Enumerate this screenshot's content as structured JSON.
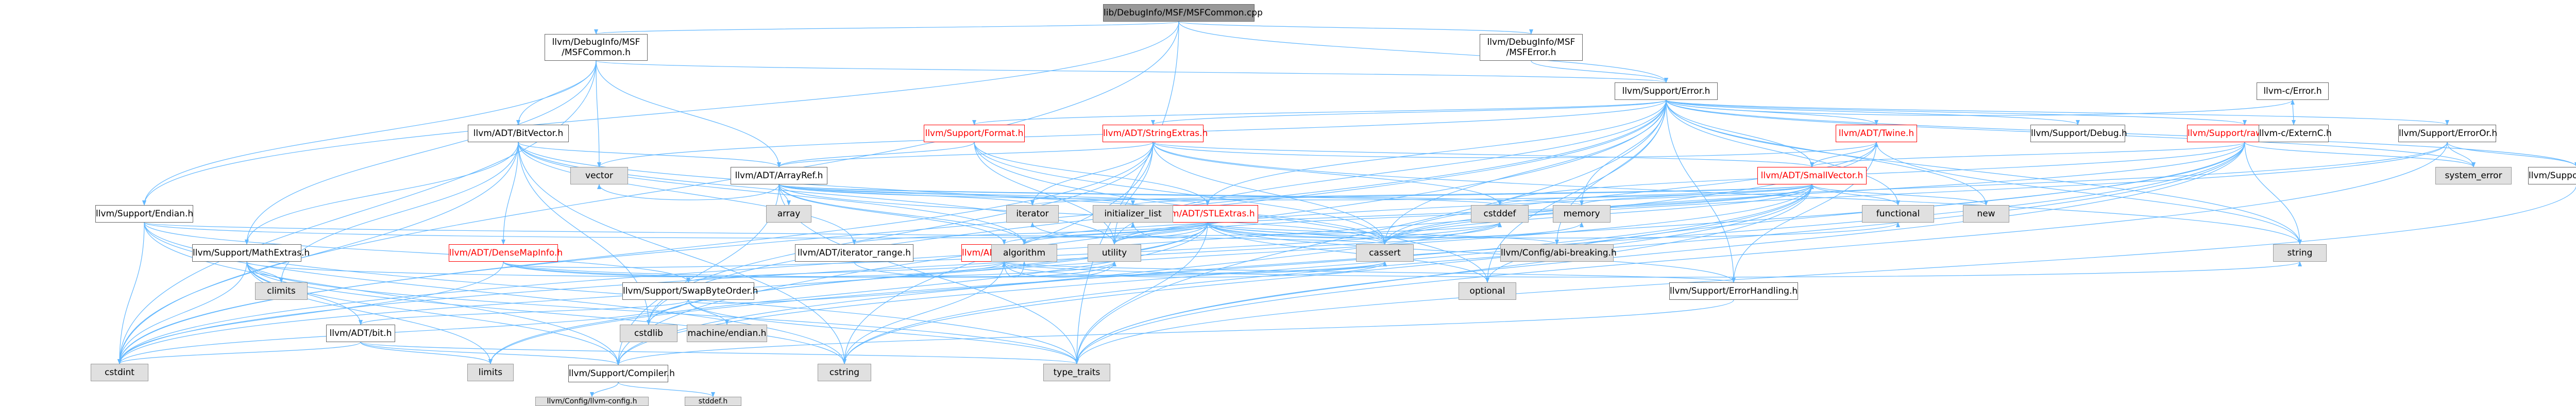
{
  "colors": {
    "edge": "#63b8ff",
    "root_fill": "#999999",
    "ext_fill": "#e0e0e0",
    "red_text": "#ff0000"
  },
  "nodes": [
    {
      "id": "root",
      "label": "lib/DebugInfo/MSF/MSFCommon.cpp",
      "kind": "root"
    },
    {
      "id": "msfcommon",
      "label": "llvm/DebugInfo/MSF\n/MSFCommon.h",
      "kind": "normal"
    },
    {
      "id": "msferror",
      "label": "llvm/DebugInfo/MSF\n/MSFError.h",
      "kind": "normal"
    },
    {
      "id": "error",
      "label": "llvm/Support/Error.h",
      "kind": "normal"
    },
    {
      "id": "bitvector",
      "label": "llvm/ADT/BitVector.h",
      "kind": "normal"
    },
    {
      "id": "arrayref",
      "label": "llvm/ADT/ArrayRef.h",
      "kind": "normal"
    },
    {
      "id": "format",
      "label": "llvm/Support/Format.h",
      "kind": "red"
    },
    {
      "id": "stringextras",
      "label": "llvm/ADT/StringExtras.h",
      "kind": "red"
    },
    {
      "id": "twine",
      "label": "llvm/ADT/Twine.h",
      "kind": "red"
    },
    {
      "id": "rawostream",
      "label": "llvm/Support/raw_ostream.h",
      "kind": "red"
    },
    {
      "id": "debug",
      "label": "llvm/Support/Debug.h",
      "kind": "normal"
    },
    {
      "id": "cerror",
      "label": "llvm-c/Error.h",
      "kind": "normal"
    },
    {
      "id": "externc",
      "label": "llvm-c/ExternC.h",
      "kind": "normal"
    },
    {
      "id": "erroror",
      "label": "llvm/Support/ErrorOr.h",
      "kind": "normal"
    },
    {
      "id": "alignof",
      "label": "llvm/Support/AlignOf.h",
      "kind": "normal"
    },
    {
      "id": "smallvector",
      "label": "llvm/ADT/SmallVector.h",
      "kind": "red"
    },
    {
      "id": "stlextras",
      "label": "llvm/ADT/STLExtras.h",
      "kind": "red"
    },
    {
      "id": "hashing",
      "label": "llvm/ADT/Hashing.h",
      "kind": "red"
    },
    {
      "id": "densemapinfo",
      "label": "llvm/ADT/DenseMapInfo.h",
      "kind": "red"
    },
    {
      "id": "iteratorrange",
      "label": "llvm/ADT/iterator_range.h",
      "kind": "normal"
    },
    {
      "id": "swapbyteorder",
      "label": "llvm/Support/SwapByteOrder.h",
      "kind": "normal"
    },
    {
      "id": "bit",
      "label": "llvm/ADT/bit.h",
      "kind": "normal"
    },
    {
      "id": "mathextras",
      "label": "llvm/Support/MathExtras.h",
      "kind": "normal"
    },
    {
      "id": "endian",
      "label": "llvm/Support/Endian.h",
      "kind": "normal"
    },
    {
      "id": "errorhandling",
      "label": "llvm/Support/ErrorHandling.h",
      "kind": "normal"
    },
    {
      "id": "compiler",
      "label": "llvm/Support/Compiler.h",
      "kind": "normal"
    },
    {
      "id": "config",
      "label": "llvm/Config/llvm-config.h",
      "kind": "ext"
    },
    {
      "id": "stddef",
      "label": "stddef.h",
      "kind": "ext"
    },
    {
      "id": "abibreaking",
      "label": "llvm/Config/abi-breaking.h",
      "kind": "ext"
    },
    {
      "id": "vector",
      "label": "vector",
      "kind": "ext"
    },
    {
      "id": "array",
      "label": "array",
      "kind": "ext"
    },
    {
      "id": "iterator",
      "label": "iterator",
      "kind": "ext"
    },
    {
      "id": "initlist",
      "label": "initializer_list",
      "kind": "ext"
    },
    {
      "id": "cstddef",
      "label": "cstddef",
      "kind": "ext"
    },
    {
      "id": "memory",
      "label": "memory",
      "kind": "ext"
    },
    {
      "id": "functional",
      "label": "functional",
      "kind": "ext"
    },
    {
      "id": "new",
      "label": "new",
      "kind": "ext"
    },
    {
      "id": "systemerror",
      "label": "system_error",
      "kind": "ext"
    },
    {
      "id": "string",
      "label": "string",
      "kind": "ext"
    },
    {
      "id": "utility",
      "label": "utility",
      "kind": "ext"
    },
    {
      "id": "algorithm",
      "label": "algorithm",
      "kind": "ext"
    },
    {
      "id": "cassert",
      "label": "cassert",
      "kind": "ext"
    },
    {
      "id": "optional",
      "label": "optional",
      "kind": "ext"
    },
    {
      "id": "cstdlib",
      "label": "cstdlib",
      "kind": "ext"
    },
    {
      "id": "cstdint",
      "label": "cstdint",
      "kind": "ext"
    },
    {
      "id": "climits",
      "label": "climits",
      "kind": "ext"
    },
    {
      "id": "machineendian",
      "label": "machine/endian.h",
      "kind": "ext"
    },
    {
      "id": "limits",
      "label": "limits",
      "kind": "ext"
    },
    {
      "id": "cstring",
      "label": "cstring",
      "kind": "ext"
    },
    {
      "id": "typetraits",
      "label": "type_traits",
      "kind": "ext"
    }
  ],
  "edges": [
    [
      "root",
      "msfcommon"
    ],
    [
      "root",
      "msferror"
    ],
    [
      "root",
      "error"
    ],
    [
      "root",
      "endian"
    ],
    [
      "root",
      "cstdint"
    ],
    [
      "root",
      "typetraits"
    ],
    [
      "msfcommon",
      "bitvector"
    ],
    [
      "msfcommon",
      "arrayref"
    ],
    [
      "msfcommon",
      "error"
    ],
    [
      "msfcommon",
      "endian"
    ],
    [
      "msfcommon",
      "mathextras"
    ],
    [
      "msfcommon",
      "cstdint"
    ],
    [
      "msfcommon",
      "vector"
    ],
    [
      "msferror",
      "error"
    ],
    [
      "error",
      "format"
    ],
    [
      "error",
      "stringextras"
    ],
    [
      "error",
      "twine"
    ],
    [
      "error",
      "rawostream"
    ],
    [
      "error",
      "debug"
    ],
    [
      "error",
      "cerror"
    ],
    [
      "error",
      "erroror"
    ],
    [
      "error",
      "alignof"
    ],
    [
      "error",
      "smallvector"
    ],
    [
      "error",
      "stlextras"
    ],
    [
      "error",
      "compiler"
    ],
    [
      "error",
      "errorhandling"
    ],
    [
      "error",
      "abibreaking"
    ],
    [
      "error",
      "cassert"
    ],
    [
      "error",
      "cstdint"
    ],
    [
      "error",
      "cstdlib"
    ],
    [
      "error",
      "functional"
    ],
    [
      "error",
      "memory"
    ],
    [
      "error",
      "new"
    ],
    [
      "error",
      "optional"
    ],
    [
      "error",
      "string"
    ],
    [
      "error",
      "systemerror"
    ],
    [
      "error",
      "typetraits"
    ],
    [
      "error",
      "utility"
    ],
    [
      "error",
      "vector"
    ],
    [
      "bitvector",
      "arrayref"
    ],
    [
      "bitvector",
      "densemapinfo"
    ],
    [
      "bitvector",
      "iteratorrange"
    ],
    [
      "bitvector",
      "mathextras"
    ],
    [
      "bitvector",
      "algorithm"
    ],
    [
      "bitvector",
      "cassert"
    ],
    [
      "bitvector",
      "climits"
    ],
    [
      "bitvector",
      "cstdint"
    ],
    [
      "bitvector",
      "cstdlib"
    ],
    [
      "bitvector",
      "cstring"
    ],
    [
      "bitvector",
      "utility"
    ],
    [
      "arrayref",
      "hashing"
    ],
    [
      "arrayref",
      "smallvector"
    ],
    [
      "arrayref",
      "stlextras"
    ],
    [
      "arrayref",
      "compiler"
    ],
    [
      "arrayref",
      "algorithm"
    ],
    [
      "arrayref",
      "array"
    ],
    [
      "arrayref",
      "cassert"
    ],
    [
      "arrayref",
      "cstddef"
    ],
    [
      "arrayref",
      "initlist"
    ],
    [
      "arrayref",
      "iterator"
    ],
    [
      "arrayref",
      "memory"
    ],
    [
      "arrayref",
      "typetraits"
    ],
    [
      "arrayref",
      "vector"
    ],
    [
      "format",
      "arrayref"
    ],
    [
      "format",
      "stlextras"
    ],
    [
      "format",
      "cassert"
    ],
    [
      "format",
      "cstdio"
    ],
    [
      "format",
      "optional"
    ],
    [
      "format",
      "tuple"
    ],
    [
      "format",
      "utility"
    ],
    [
      "stringextras",
      "arrayref"
    ],
    [
      "stringextras",
      "smallvector"
    ],
    [
      "stringextras",
      "twine"
    ],
    [
      "stringextras",
      "cassert"
    ],
    [
      "stringextras",
      "cstddef"
    ],
    [
      "stringextras",
      "cstdint"
    ],
    [
      "stringextras",
      "cstdlib"
    ],
    [
      "stringextras",
      "cstring"
    ],
    [
      "stringextras",
      "iterator"
    ],
    [
      "stringextras",
      "string"
    ],
    [
      "stringextras",
      "utility"
    ],
    [
      "twine",
      "smallvector"
    ],
    [
      "twine",
      "errorhandling"
    ],
    [
      "twine",
      "cassert"
    ],
    [
      "twine",
      "cstdint"
    ],
    [
      "twine",
      "string"
    ],
    [
      "rawostream",
      "compiler"
    ],
    [
      "rawostream",
      "cassert"
    ],
    [
      "rawostream",
      "cstddef"
    ],
    [
      "rawostream",
      "cstdint"
    ],
    [
      "rawostream",
      "cstring"
    ],
    [
      "rawostream",
      "optional"
    ],
    [
      "rawostream",
      "string"
    ],
    [
      "rawostream",
      "systemerror"
    ],
    [
      "rawostream",
      "typetraits"
    ],
    [
      "rawostream",
      "smallvector"
    ],
    [
      "cerror",
      "externc"
    ],
    [
      "erroror",
      "alignof"
    ],
    [
      "erroror",
      "cassert"
    ],
    [
      "erroror",
      "systemerror"
    ],
    [
      "erroror",
      "typetraits"
    ],
    [
      "erroror",
      "utility"
    ],
    [
      "alignof",
      "typetraits"
    ],
    [
      "smallvector",
      "compiler"
    ],
    [
      "smallvector",
      "algorithm"
    ],
    [
      "smallvector",
      "cassert"
    ],
    [
      "smallvector",
      "cstddef"
    ],
    [
      "smallvector",
      "cstdlib"
    ],
    [
      "smallvector",
      "cstring"
    ],
    [
      "smallvector",
      "functional"
    ],
    [
      "smallvector",
      "initlist"
    ],
    [
      "smallvector",
      "iterator"
    ],
    [
      "smallvector",
      "limits"
    ],
    [
      "smallvector",
      "memory"
    ],
    [
      "smallvector",
      "new"
    ],
    [
      "smallvector",
      "typetraits"
    ],
    [
      "smallvector",
      "utility"
    ],
    [
      "stlextras",
      "hashing"
    ],
    [
      "stlextras",
      "iteratorrange"
    ],
    [
      "stlextras",
      "abibreaking"
    ],
    [
      "stlextras",
      "errorhandling"
    ],
    [
      "stlextras",
      "algorithm"
    ],
    [
      "stlextras",
      "cassert"
    ],
    [
      "stlextras",
      "cstddef"
    ],
    [
      "stlextras",
      "cstdint"
    ],
    [
      "stlextras",
      "cstdlib"
    ],
    [
      "stlextras",
      "functional"
    ],
    [
      "stlextras",
      "initlist"
    ],
    [
      "stlextras",
      "iterator"
    ],
    [
      "stlextras",
      "limits"
    ],
    [
      "stlextras",
      "memory"
    ],
    [
      "stlextras",
      "optional"
    ],
    [
      "stlextras",
      "typetraits"
    ],
    [
      "stlextras",
      "utility"
    ],
    [
      "hashing",
      "errorhandling"
    ],
    [
      "hashing",
      "swapbyteorder"
    ],
    [
      "hashing",
      "algorithm"
    ],
    [
      "hashing",
      "cassert"
    ],
    [
      "hashing",
      "cstring"
    ],
    [
      "hashing",
      "string"
    ],
    [
      "hashing",
      "utility"
    ],
    [
      "densemapinfo",
      "hashing"
    ],
    [
      "densemapinfo",
      "cassert"
    ],
    [
      "densemapinfo",
      "cstddef"
    ],
    [
      "densemapinfo",
      "cstdint"
    ],
    [
      "densemapinfo",
      "utility"
    ],
    [
      "iteratorrange",
      "utility"
    ],
    [
      "swapbyteorder",
      "bit"
    ],
    [
      "swapbyteorder",
      "cstddef"
    ],
    [
      "swapbyteorder",
      "cstdint"
    ],
    [
      "swapbyteorder",
      "typetraits"
    ],
    [
      "swapbyteorder",
      "machineendian"
    ],
    [
      "bit",
      "compiler"
    ],
    [
      "bit",
      "cstdint"
    ],
    [
      "bit",
      "limits"
    ],
    [
      "bit",
      "typetraits"
    ],
    [
      "mathextras",
      "bit"
    ],
    [
      "mathextras",
      "compiler"
    ],
    [
      "mathextras",
      "cassert"
    ],
    [
      "mathextras",
      "climits"
    ],
    [
      "mathextras",
      "cstdint"
    ],
    [
      "mathextras",
      "cstring"
    ],
    [
      "mathextras",
      "limits"
    ],
    [
      "mathextras",
      "typetraits"
    ],
    [
      "endian",
      "compiler"
    ],
    [
      "endian",
      "swapbyteorder"
    ],
    [
      "endian",
      "cassert"
    ],
    [
      "endian",
      "cstddef"
    ],
    [
      "endian",
      "cstdint"
    ],
    [
      "endian",
      "cstring"
    ],
    [
      "endian",
      "typetraits"
    ],
    [
      "errorhandling",
      "compiler"
    ],
    [
      "compiler",
      "config"
    ],
    [
      "compiler",
      "stddef"
    ]
  ]
}
